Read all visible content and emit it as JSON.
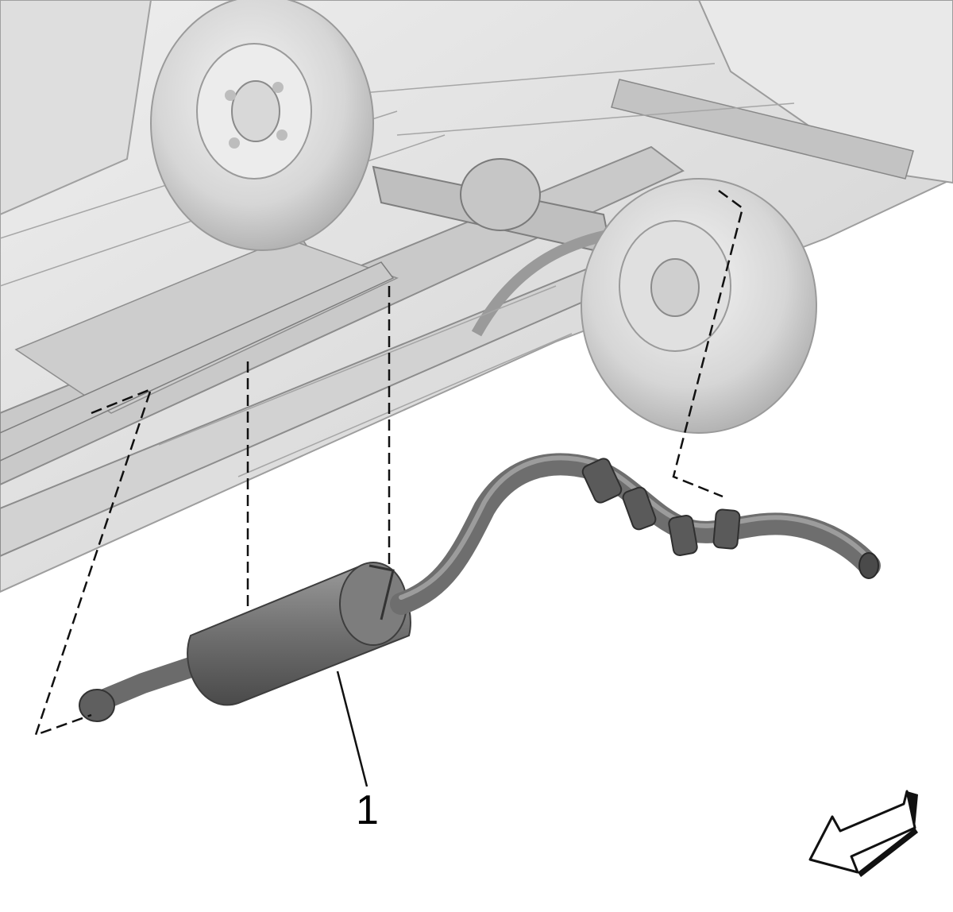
{
  "figure": {
    "callouts": [
      {
        "id": "1",
        "label": "1",
        "part": "muffler-assembly"
      }
    ],
    "direction_arrow": {
      "meaning": "vehicle-front",
      "pointing": "down-left"
    },
    "colors": {
      "background": "#ffffff",
      "body_panel": "#e6e6e6",
      "body_shade": "#c8c8c8",
      "frame": "#cfcfcf",
      "tire": "#dcdcdc",
      "exhaust": "#7a7a7a",
      "exhaust_dark": "#555555",
      "line": "#222222"
    }
  }
}
